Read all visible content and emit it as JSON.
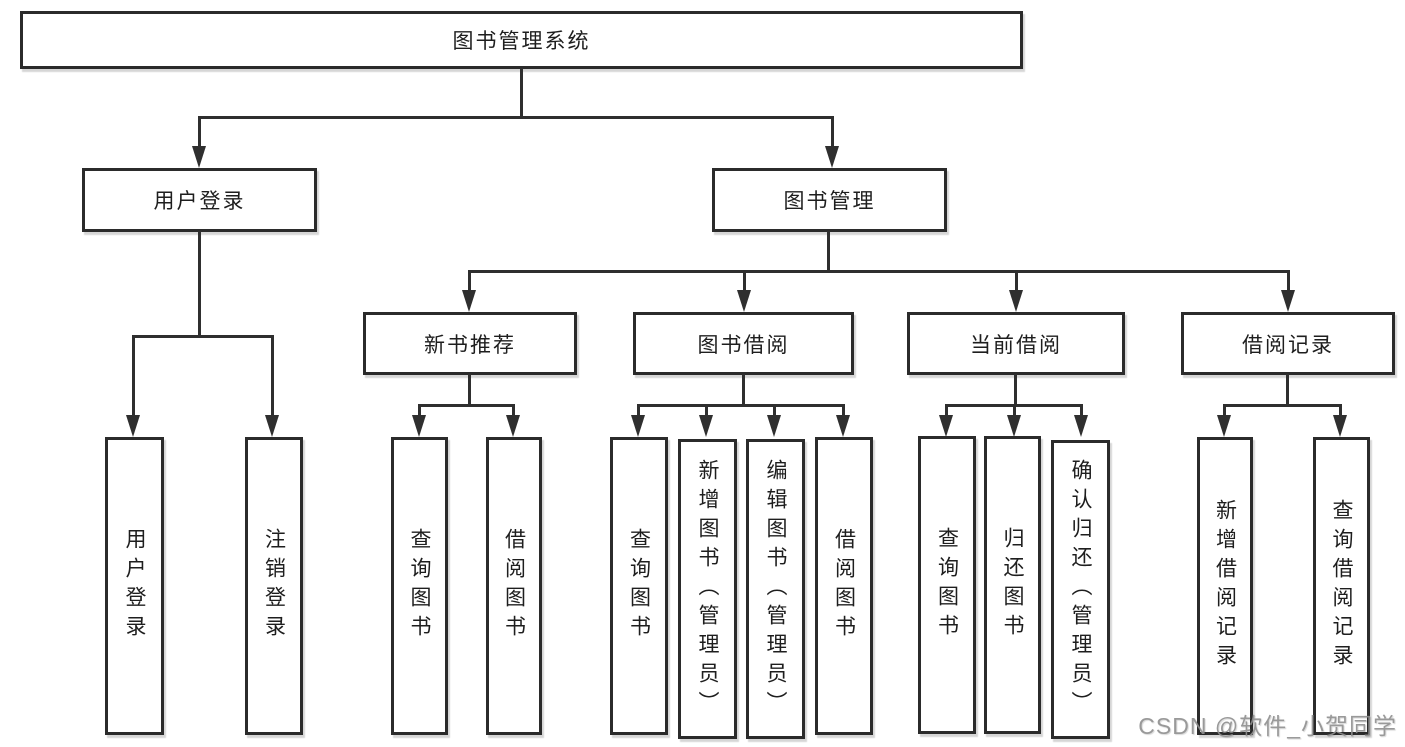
{
  "tree": {
    "root": {
      "label": "图书管理系统"
    },
    "branches": [
      {
        "label": "用户登录",
        "leaves": [
          {
            "label": "用户登录"
          },
          {
            "label": "注销登录"
          }
        ]
      },
      {
        "label": "图书管理",
        "groups": [
          {
            "label": "新书推荐",
            "leaves": [
              {
                "label": "查询图书"
              },
              {
                "label": "借阅图书"
              }
            ]
          },
          {
            "label": "图书借阅",
            "leaves": [
              {
                "label": "查询图书"
              },
              {
                "label": "新增图书（管理员）"
              },
              {
                "label": "编辑图书（管理员）"
              },
              {
                "label": "借阅图书"
              }
            ]
          },
          {
            "label": "当前借阅",
            "leaves": [
              {
                "label": "查询图书"
              },
              {
                "label": "归还图书"
              },
              {
                "label": "确认归还（管理员）"
              }
            ]
          },
          {
            "label": "借阅记录",
            "leaves": [
              {
                "label": "新增借阅记录"
              },
              {
                "label": "查询借阅记录"
              }
            ]
          }
        ]
      }
    ]
  },
  "watermark": {
    "text": "CSDN @软件_小贺同学"
  },
  "colors": {
    "background": "#ffffff",
    "line": "#2f2f2f",
    "box_border": "#2b2b2b",
    "text": "#1e1e1e",
    "watermark": "#8f8f8f"
  }
}
